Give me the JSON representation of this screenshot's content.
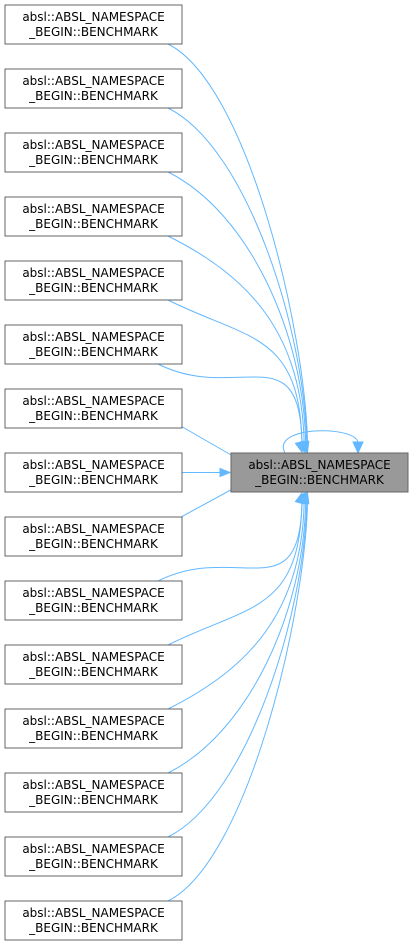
{
  "target": {
    "line1": "absl::ABSL_NAMESPACE",
    "line2": "_BEGIN::BENCHMARK"
  },
  "callers": [
    {
      "line1": "absl::ABSL_NAMESPACE",
      "line2": "_BEGIN::BENCHMARK"
    },
    {
      "line1": "absl::ABSL_NAMESPACE",
      "line2": "_BEGIN::BENCHMARK"
    },
    {
      "line1": "absl::ABSL_NAMESPACE",
      "line2": "_BEGIN::BENCHMARK"
    },
    {
      "line1": "absl::ABSL_NAMESPACE",
      "line2": "_BEGIN::BENCHMARK"
    },
    {
      "line1": "absl::ABSL_NAMESPACE",
      "line2": "_BEGIN::BENCHMARK"
    },
    {
      "line1": "absl::ABSL_NAMESPACE",
      "line2": "_BEGIN::BENCHMARK"
    },
    {
      "line1": "absl::ABSL_NAMESPACE",
      "line2": "_BEGIN::BENCHMARK"
    },
    {
      "line1": "absl::ABSL_NAMESPACE",
      "line2": "_BEGIN::BENCHMARK"
    },
    {
      "line1": "absl::ABSL_NAMESPACE",
      "line2": "_BEGIN::BENCHMARK"
    },
    {
      "line1": "absl::ABSL_NAMESPACE",
      "line2": "_BEGIN::BENCHMARK"
    },
    {
      "line1": "absl::ABSL_NAMESPACE",
      "line2": "_BEGIN::BENCHMARK"
    },
    {
      "line1": "absl::ABSL_NAMESPACE",
      "line2": "_BEGIN::BENCHMARK"
    },
    {
      "line1": "absl::ABSL_NAMESPACE",
      "line2": "_BEGIN::BENCHMARK"
    },
    {
      "line1": "absl::ABSL_NAMESPACE",
      "line2": "_BEGIN::BENCHMARK"
    },
    {
      "line1": "absl::ABSL_NAMESPACE",
      "line2": "_BEGIN::BENCHMARK"
    }
  ],
  "self_call": true,
  "colors": {
    "edge": "#63b8ff",
    "target_fill": "#999999",
    "node_fill": "#ffffff",
    "node_border": "#666666"
  }
}
